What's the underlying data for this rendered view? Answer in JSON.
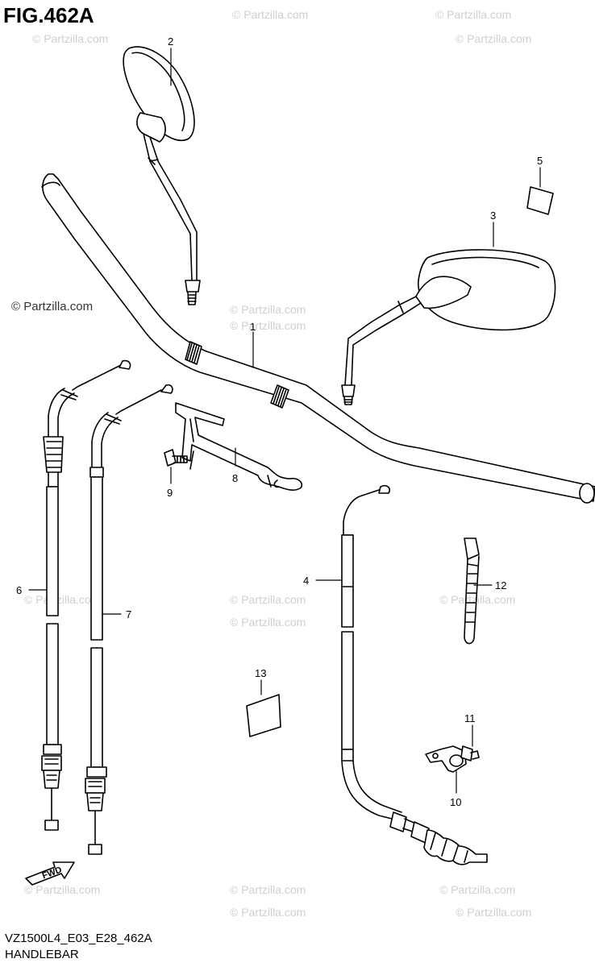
{
  "figure": {
    "title": "FIG.462A",
    "code": "VZ1500L4_E03_E28_462A",
    "name": "HANDLEBAR"
  },
  "watermark": {
    "text": "© Partzilla.com"
  },
  "callouts": [
    "1",
    "2",
    "3",
    "4",
    "5",
    "6",
    "7",
    "8",
    "9",
    "10",
    "11",
    "12",
    "13"
  ],
  "fwd_label": "FWD"
}
